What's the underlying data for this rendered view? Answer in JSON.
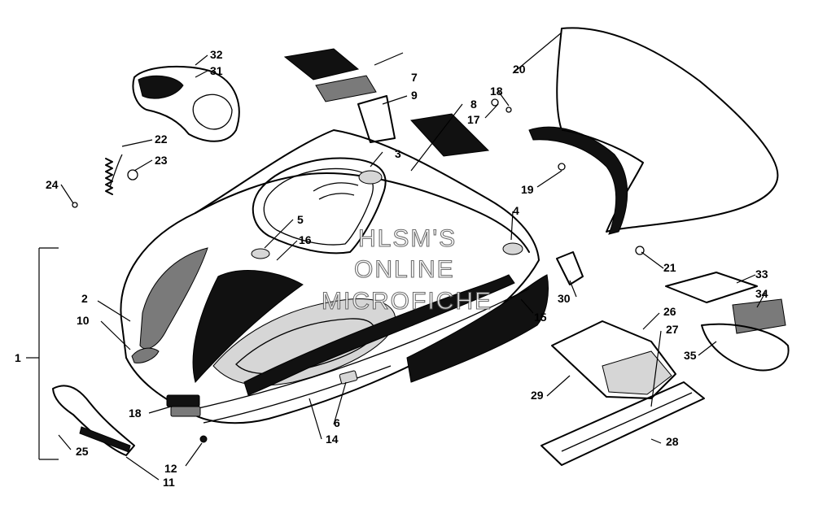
{
  "callouts": {
    "c1": "1",
    "c2": "2",
    "c3": "3",
    "c4": "4",
    "c5": "5",
    "c6": "6",
    "c7": "7",
    "c8": "8",
    "c9": "9",
    "c10": "10",
    "c11": "11",
    "c12": "12",
    "c14": "14",
    "c15": "15",
    "c16": "16",
    "c17": "17",
    "c18a": "18",
    "c18b": "18",
    "c19": "19",
    "c20": "20",
    "c21": "21",
    "c22": "22",
    "c23": "23",
    "c24": "24",
    "c25": "25",
    "c26": "26",
    "c27": "27",
    "c28": "28",
    "c29": "29",
    "c30": "30",
    "c31": "31",
    "c32": "32",
    "c33": "33",
    "c34": "34",
    "c35": "35"
  },
  "watermark": {
    "line1": "HLSM'S",
    "line2": "ONLINE",
    "line3": "MICROFICHE"
  }
}
